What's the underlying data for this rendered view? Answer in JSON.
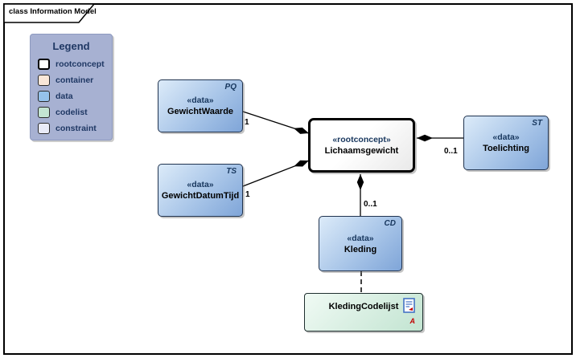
{
  "frame": {
    "title": "class Information Model"
  },
  "legend": {
    "title": "Legend",
    "items": [
      {
        "label": "rootconcept",
        "swatch_color": "#ffffff"
      },
      {
        "label": "container",
        "swatch_color": "#f9e7d8"
      },
      {
        "label": "data",
        "swatch_color": "#95c2eb"
      },
      {
        "label": "codelist",
        "swatch_color": "#c3e4d2"
      },
      {
        "label": "constraint",
        "swatch_color": "#e9ebf8"
      }
    ]
  },
  "nodes": [
    {
      "name": "GewichtWaarde",
      "stereotype": "«data»",
      "tag": "PQ",
      "kind": "data"
    },
    {
      "name": "GewichtDatumTijd",
      "stereotype": "«data»",
      "tag": "TS",
      "kind": "data"
    },
    {
      "name": "Lichaamsgewicht",
      "stereotype": "«rootconcept»",
      "tag": "",
      "kind": "rootconcept"
    },
    {
      "name": "Toelichting",
      "stereotype": "«data»",
      "tag": "ST",
      "kind": "data"
    },
    {
      "name": "Kleding",
      "stereotype": "«data»",
      "tag": "CD",
      "kind": "data"
    },
    {
      "name": "KledingCodelijst",
      "stereotype": "",
      "tag": "",
      "kind": "codelist",
      "letter_badge": "A"
    }
  ],
  "edges": [
    {
      "from": "GewichtWaarde",
      "to": "Lichaamsgewicht",
      "type": "aggregation",
      "multiplicity": "1"
    },
    {
      "from": "GewichtDatumTijd",
      "to": "Lichaamsgewicht",
      "type": "aggregation",
      "multiplicity": "1"
    },
    {
      "from": "Toelichting",
      "to": "Lichaamsgewicht",
      "type": "aggregation",
      "multiplicity": "0..1"
    },
    {
      "from": "Kleding",
      "to": "Lichaamsgewicht",
      "type": "aggregation",
      "multiplicity": "0..1"
    },
    {
      "from": "Kleding",
      "to": "KledingCodelijst",
      "type": "dependency",
      "multiplicity": ""
    }
  ],
  "colors": {
    "data_fill_top": "#dcebf9",
    "data_fill_bottom": "#7fa5d8",
    "codelist_fill_top": "#f0faf4",
    "codelist_fill_bottom": "#c2e4d1",
    "rootconcept_fill": "#ffffff",
    "legend_bg": "#a7b1d2",
    "navy_text": "#1f3864",
    "badge_red": "#c00000",
    "line": "#000000"
  }
}
